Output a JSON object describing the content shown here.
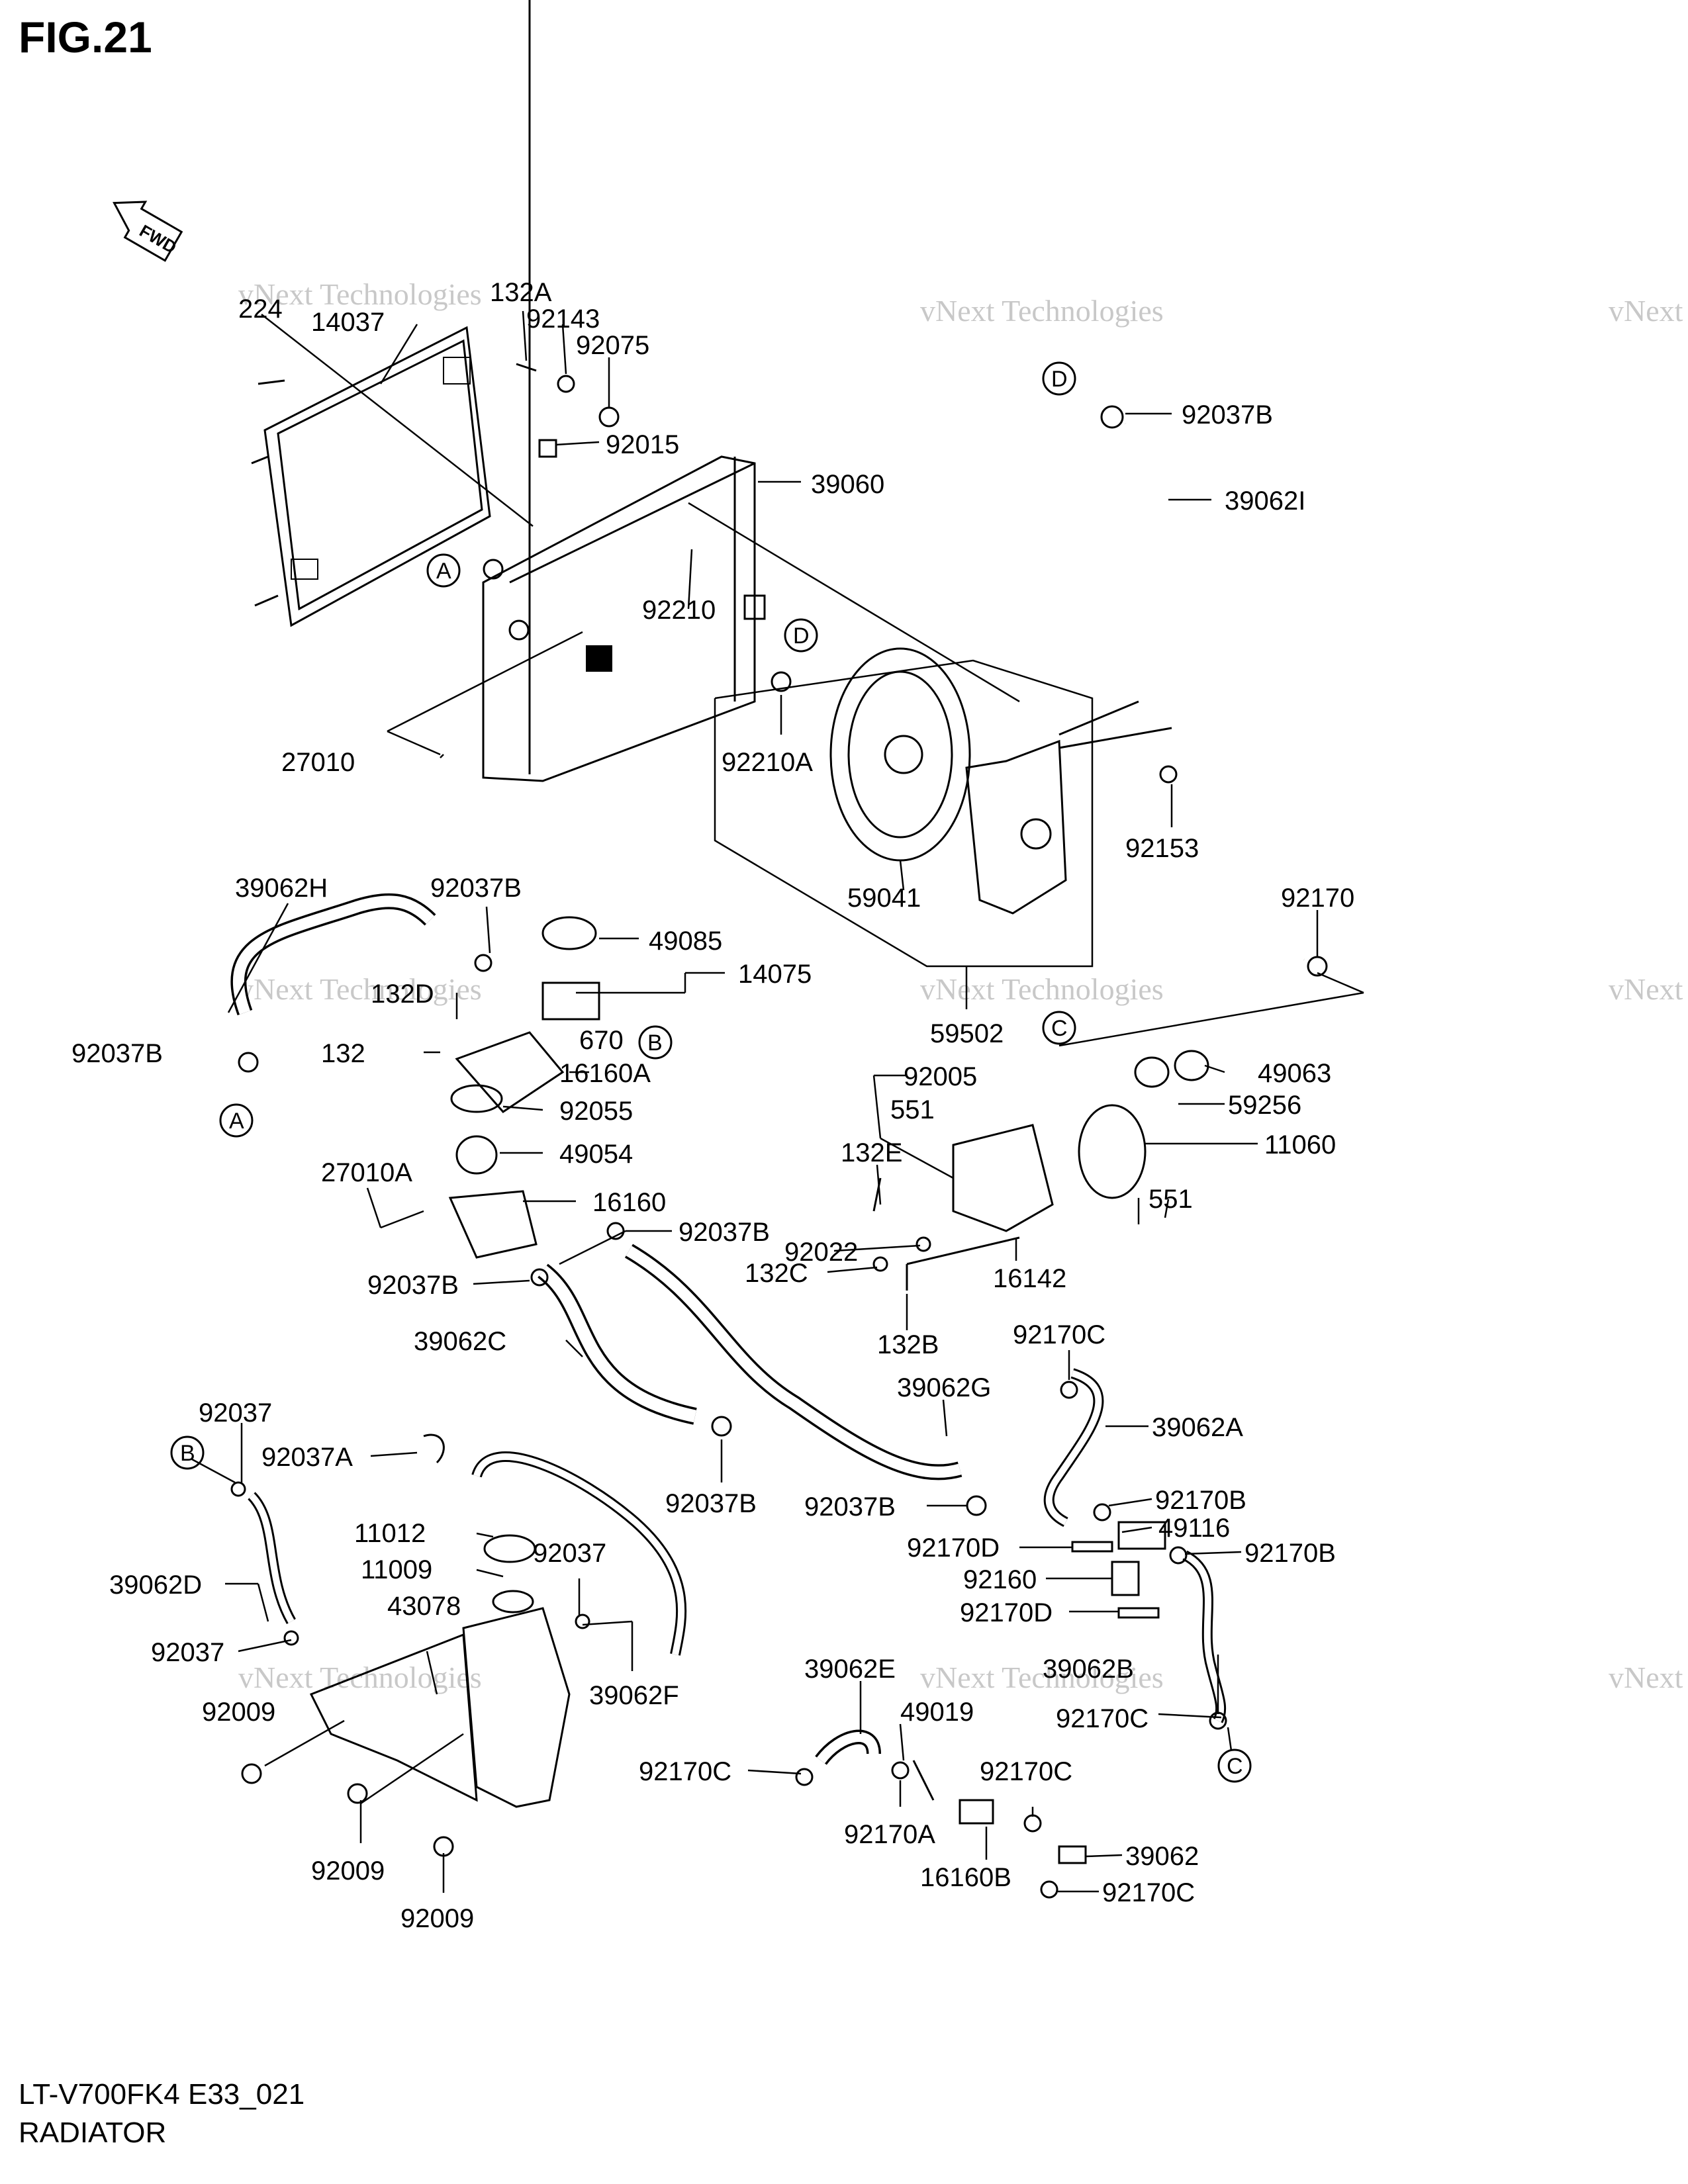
{
  "figure_title": "FIG.21",
  "footer": {
    "model_code": "LT-V700FK4 E33_021",
    "section": "RADIATOR"
  },
  "direction_badge": "FWD",
  "watermark": {
    "line1": "vNext Technologies",
    "line2": "vNext",
    "line3": "Technologies"
  },
  "callouts": [
    "A",
    "B",
    "C",
    "D"
  ],
  "labels": {
    "p224": "224",
    "p14037": "14037",
    "p132A": "132A",
    "p92143": "92143",
    "p92075": "92075",
    "p92015": "92015",
    "p39060": "39060",
    "p92210": "92210",
    "p27010": "27010",
    "p92037B_top": "92037B",
    "p39062I": "39062I",
    "p92210A": "92210A",
    "p59041": "59041",
    "p92153": "92153",
    "p92170": "92170",
    "p59502": "59502",
    "p39062H": "39062H",
    "p92037B_h": "92037B",
    "p49085": "49085",
    "p14075": "14075",
    "p132D": "132D",
    "p132": "132",
    "p670": "670",
    "p16160A": "16160A",
    "p92037B_left": "92037B",
    "p92055": "92055",
    "p49054": "49054",
    "p27010A": "27010A",
    "p16160": "16160",
    "p92037B_mid": "92037B",
    "p92037B_low": "92037B",
    "p92005": "92005",
    "p551_a": "551",
    "p49063": "49063",
    "p59256": "59256",
    "p11060": "11060",
    "p132E": "132E",
    "p551_b": "551",
    "p92022": "92022",
    "p132C": "132C",
    "p16142": "16142",
    "p132B": "132B",
    "p39062C": "39062C",
    "p39062G": "39062G",
    "p92037B_c": "92037B",
    "p92037B_g": "92037B",
    "p92170C_a": "92170C",
    "p39062A": "39062A",
    "p92170B_a": "92170B",
    "p49116": "49116",
    "p92170B_b": "92170B",
    "p92170D_a": "92170D",
    "p92160": "92160",
    "p92170D_b": "92170D",
    "p92037_a": "92037",
    "p92037A": "92037A",
    "p11012": "11012",
    "p11009": "11009",
    "p92037_b": "92037",
    "p39062D": "39062D",
    "p43078": "43078",
    "p92037_c": "92037",
    "p39062F": "39062F",
    "p92009_a": "92009",
    "p92009_b": "92009",
    "p92009_c": "92009",
    "p39062E": "39062E",
    "p49019": "49019",
    "p39062B": "39062B",
    "p92170C_b": "92170C",
    "p92170C_c": "92170C",
    "p92170C_d": "92170C",
    "p92170A": "92170A",
    "p39062": "39062",
    "p16160B": "16160B",
    "p92170C_e": "92170C"
  }
}
